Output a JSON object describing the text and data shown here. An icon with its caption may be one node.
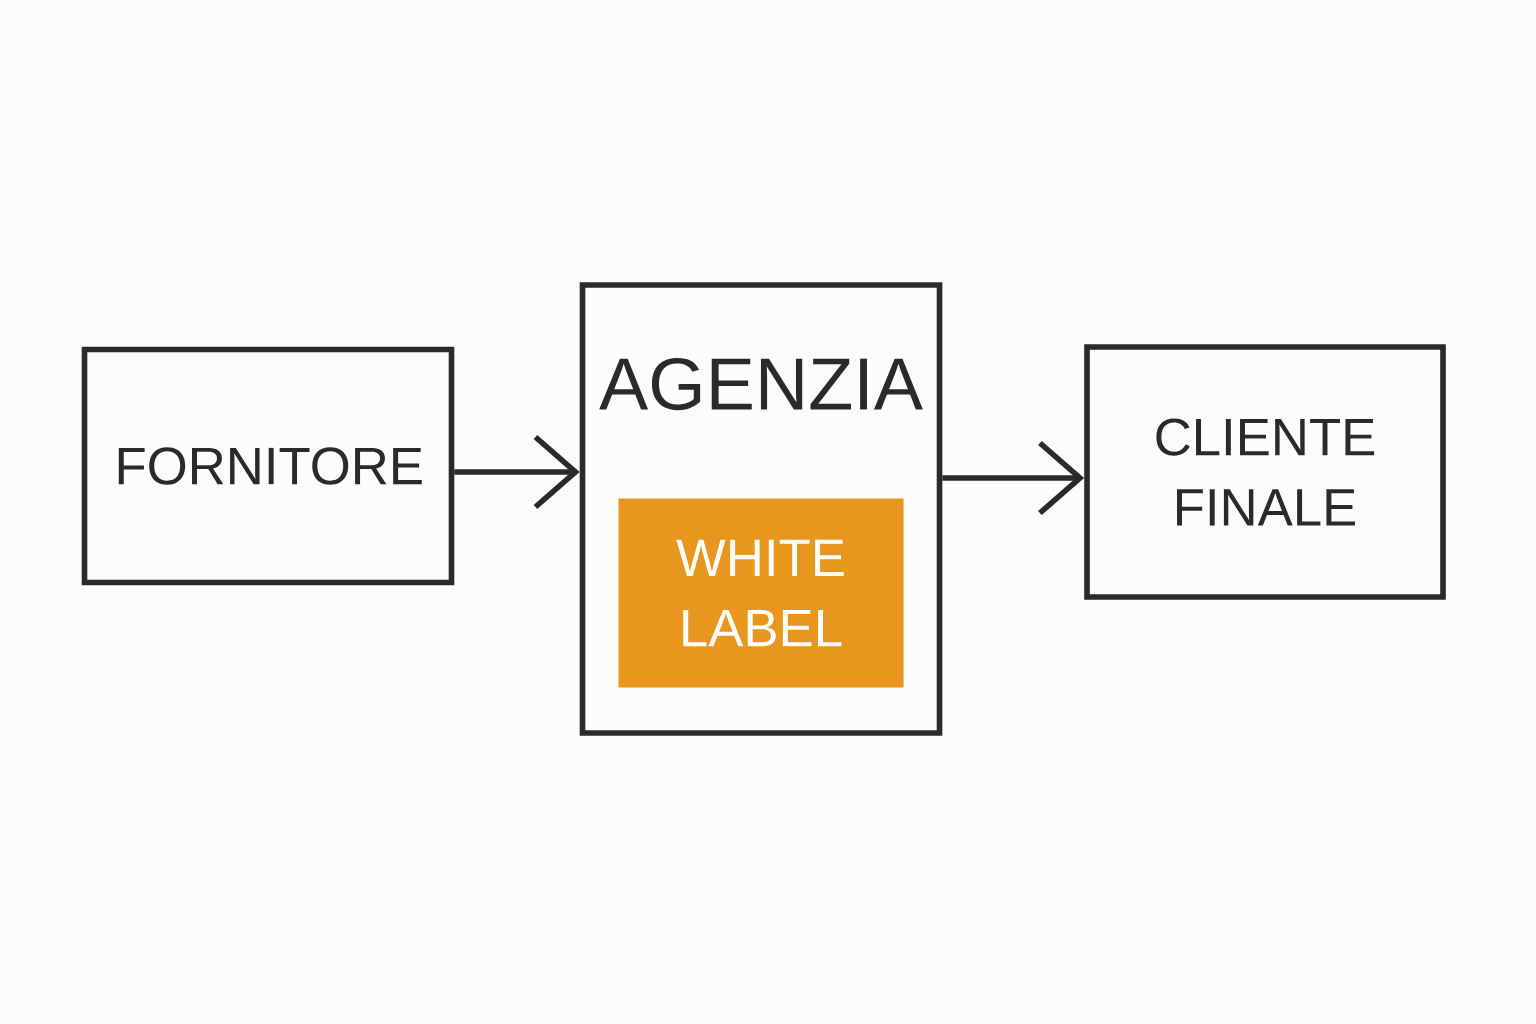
{
  "diagram": {
    "nodes": [
      {
        "text": [
          "FORNITORE"
        ]
      },
      {
        "text": [
          "AGENZIA"
        ]
      },
      {
        "text": [
          "WHITE LABEL"
        ],
        "in": 1
      },
      {
        "text": [
          "CLIENTE FINALE"
        ]
      }
    ],
    "edges": [
      {
        "from": 0,
        "to": 1,
        "arrow": "to"
      },
      {
        "from": 1,
        "to": 3,
        "arrow": "to"
      }
    ]
  }
}
